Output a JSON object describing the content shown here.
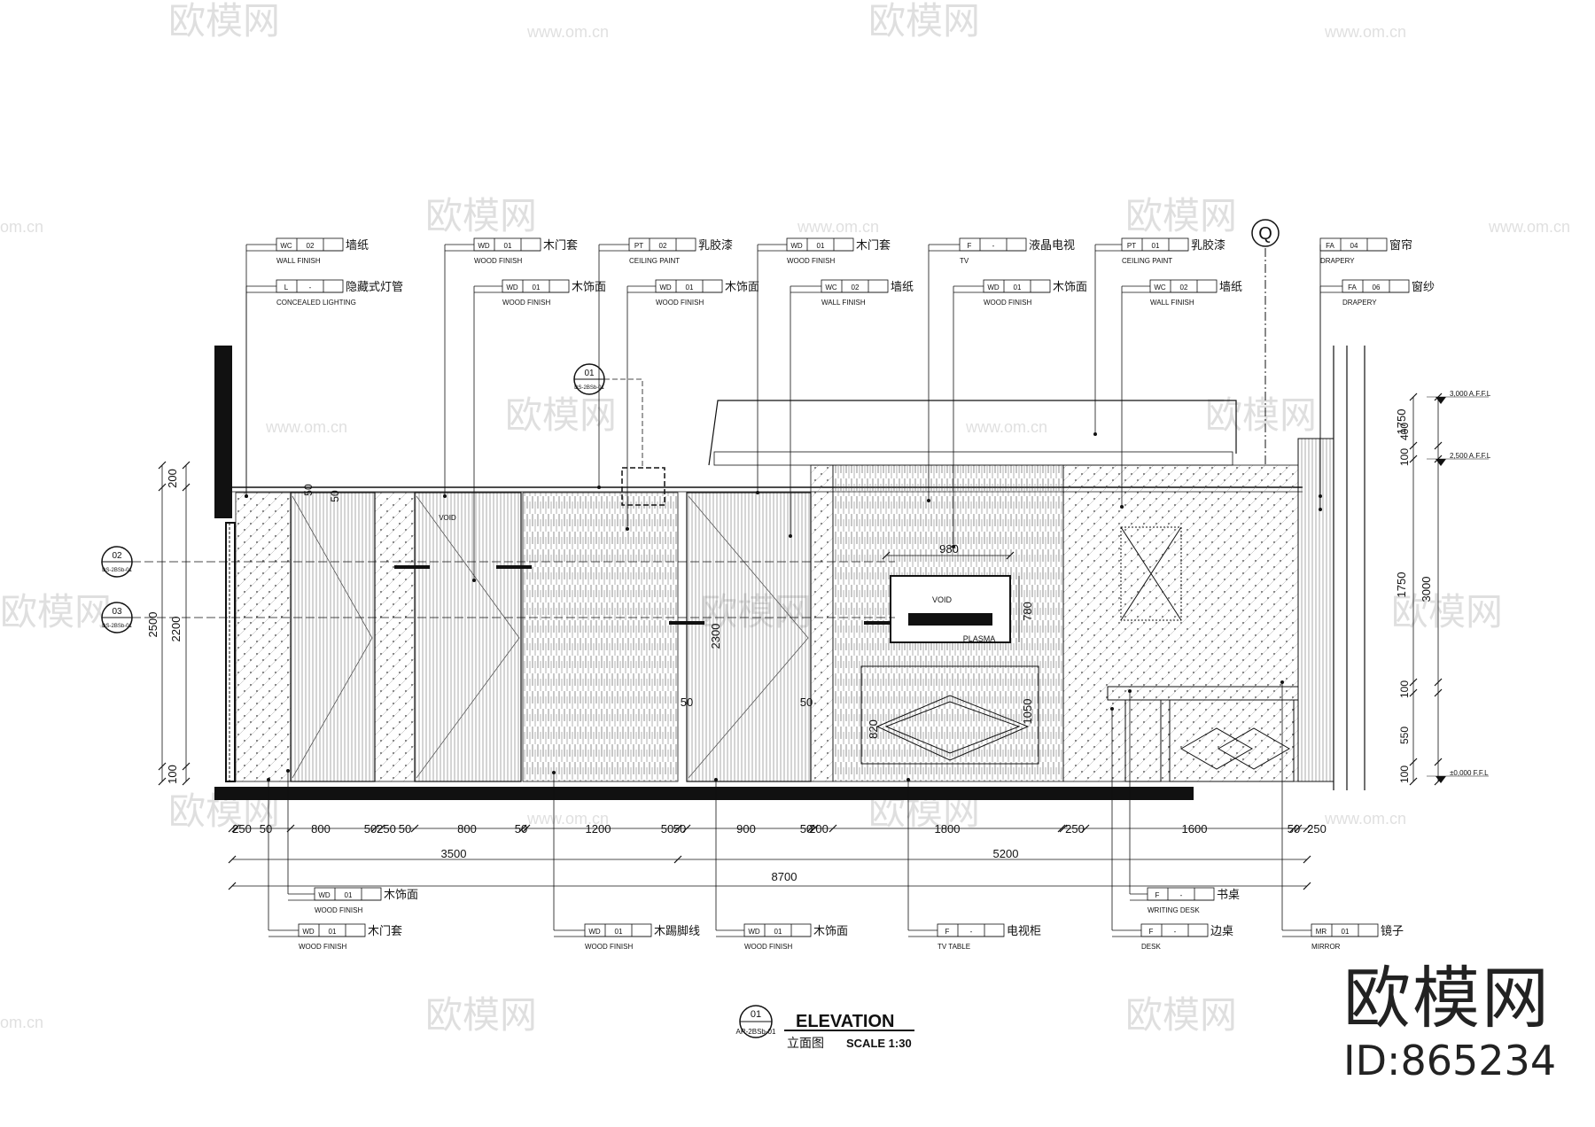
{
  "watermarks": {
    "brand_cn": "欧模网",
    "url": "www.om.cn",
    "url_short": "om.cn"
  },
  "brand": {
    "name": "欧模网",
    "id": "ID:865234"
  },
  "title_block": {
    "number": "01",
    "sheet": "AR-2BSb-01",
    "title": "ELEVATION",
    "subtitle_cn": "立面图",
    "scale": "SCALE  1:30"
  },
  "top_tags": [
    {
      "code": "WC",
      "num": "02",
      "cn": "墙纸",
      "en": "WALL FINISH"
    },
    {
      "code": "WD",
      "num": "01",
      "cn": "木门套",
      "en": "WOOD FINISH"
    },
    {
      "code": "PT",
      "num": "02",
      "cn": "乳胶漆",
      "en": "CEILING PAINT"
    },
    {
      "code": "WD",
      "num": "01",
      "cn": "木门套",
      "en": "WOOD FINISH"
    },
    {
      "code": "F",
      "num": "-",
      "cn": "液晶电视",
      "en": "TV"
    },
    {
      "code": "PT",
      "num": "01",
      "cn": "乳胶漆",
      "en": "CEILING PAINT"
    },
    {
      "code": "FA",
      "num": "04",
      "cn": "窗帘",
      "en": "DRAPERY"
    },
    {
      "code": "L",
      "num": "-",
      "cn": "隐藏式灯管",
      "en": "CONCEALED LIGHTING"
    },
    {
      "code": "WD",
      "num": "01",
      "cn": "木饰面",
      "en": "WOOD FINISH"
    },
    {
      "code": "WD",
      "num": "01",
      "cn": "木饰面",
      "en": "WOOD FINISH"
    },
    {
      "code": "WC",
      "num": "02",
      "cn": "墙纸",
      "en": "WALL FINISH"
    },
    {
      "code": "WD",
      "num": "01",
      "cn": "木饰面",
      "en": "WOOD FINISH"
    },
    {
      "code": "WC",
      "num": "02",
      "cn": "墙纸",
      "en": "WALL FINISH"
    },
    {
      "code": "FA",
      "num": "06",
      "cn": "窗纱",
      "en": "DRAPERY"
    }
  ],
  "bottom_tags": [
    {
      "code": "WD",
      "num": "01",
      "cn": "木饰面",
      "en": "WOOD FINISH"
    },
    {
      "code": "WD",
      "num": "01",
      "cn": "木门套",
      "en": "WOOD FINISH"
    },
    {
      "code": "WD",
      "num": "01",
      "cn": "木踢脚线",
      "en": "WOOD FINISH"
    },
    {
      "code": "WD",
      "num": "01",
      "cn": "木饰面",
      "en": "WOOD FINISH"
    },
    {
      "code": "F",
      "num": "-",
      "cn": "电视柜",
      "en": "TV TABLE"
    },
    {
      "code": "F",
      "num": "-",
      "cn": "书桌",
      "en": "WRITING DESK"
    },
    {
      "code": "F",
      "num": "-",
      "cn": "边桌",
      "en": "DESK"
    },
    {
      "code": "MR",
      "num": "01",
      "cn": "镜子",
      "en": "MIRROR"
    }
  ],
  "section_markers": [
    {
      "num": "01",
      "ref": "DS-2BSb-01"
    },
    {
      "num": "02",
      "ref": "DS-2BSb-01"
    },
    {
      "num": "03",
      "ref": "DS-2BSb-01"
    }
  ],
  "grid_marker": "Q",
  "level_marks": [
    "3,000 A.F.F.L",
    "2,500 A.F.F.L",
    "±0,000 F.F.L"
  ],
  "dims_bottom": [
    "250",
    "50",
    "800",
    "50",
    "250",
    "50",
    "800",
    "50",
    "1200",
    "50",
    "50",
    "900",
    "50",
    "200",
    "1800",
    "250",
    "1600",
    "50",
    "250"
  ],
  "dims_totals": [
    "3500",
    "5200",
    "8700"
  ],
  "dims_left": [
    "200",
    "2500",
    "2200",
    "100"
  ],
  "dims_right": [
    "1750",
    "400",
    "100",
    "1750",
    "3000",
    "100",
    "550",
    "100"
  ],
  "dims_inner": [
    "50",
    "50",
    "980",
    "780",
    "2300",
    "50",
    "50",
    "820",
    "1050"
  ],
  "labels_inner": [
    "VOID",
    "VOID",
    "PLASMA"
  ]
}
